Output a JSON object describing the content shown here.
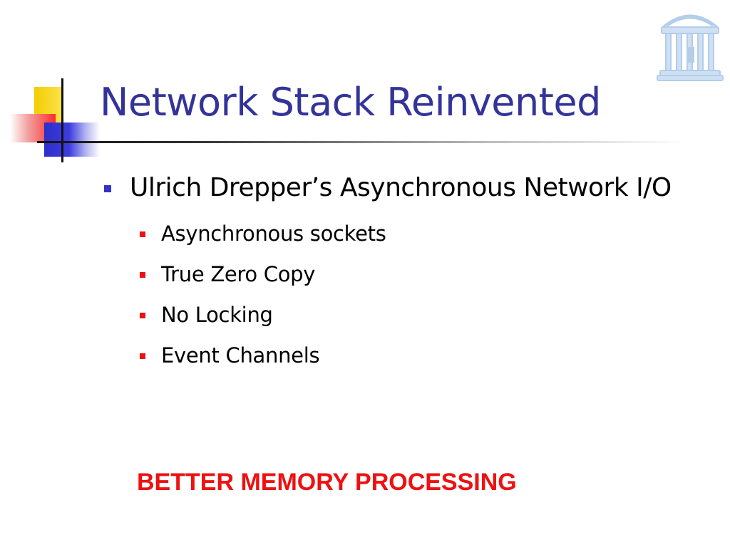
{
  "slide": {
    "title": "Network Stack Reinvented",
    "bullets": [
      {
        "text": "Ulrich Drepper’s Asynchronous Network I/O",
        "subitems": [
          "Asynchronous sockets",
          "True Zero Copy",
          "No Locking",
          "Event Channels"
        ]
      }
    ],
    "emphasis": "BETTER MEMORY PROCESSING"
  },
  "colors": {
    "title": "#333399",
    "bullet_level1": "#3333cc",
    "bullet_level2": "#ee1111",
    "emphasis": "#ee1111",
    "logo": "#b3cdeb"
  },
  "icons": {
    "logo": "old-well-icon",
    "decoration": "corner-squares-decoration"
  }
}
